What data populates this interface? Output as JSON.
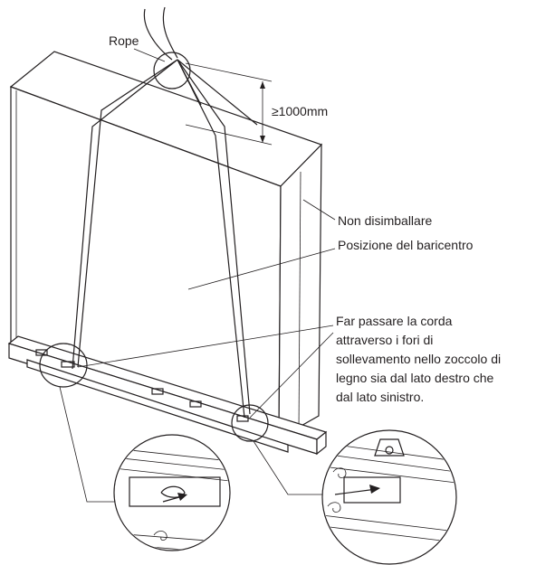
{
  "labels": {
    "rope": "Rope",
    "clearance": "≥1000mm",
    "do_not_unpack": "Non disimballare",
    "center_of_gravity": "Posizione del baricentro",
    "rope_instruction": [
      "Far passare la corda",
      "attraverso i fori di",
      "sollevamento nello zoccolo di",
      "legno sia dal lato destro che",
      "dal lato sinistro."
    ]
  },
  "colors": {
    "ink": "#231f20",
    "background": "#ffffff"
  }
}
